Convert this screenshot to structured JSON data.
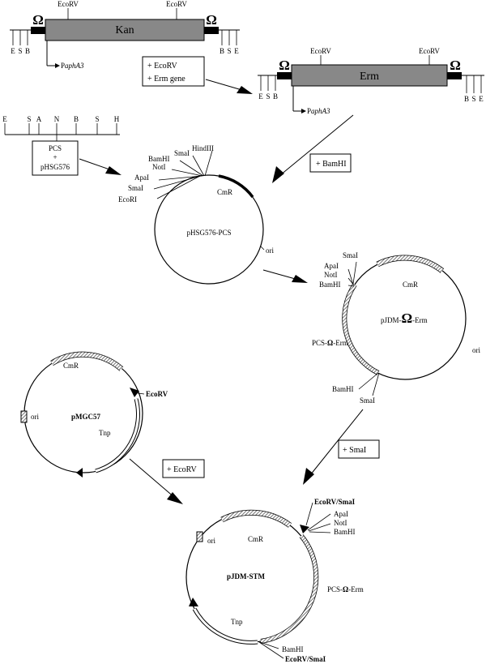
{
  "colors": {
    "gene_fill": "#888888",
    "hatch": "#555555",
    "line": "#000000"
  },
  "cassette_kan": {
    "omega_left": "Ω",
    "omega_right": "Ω",
    "gene": "Kan",
    "ecorv_1": "EcoRV",
    "ecorv_2": "EcoRV",
    "left_sites": [
      "E",
      "S",
      "B"
    ],
    "right_sites": [
      "B",
      "S",
      "E"
    ],
    "promoter_prefix": "P",
    "promoter_gene": "aphA3"
  },
  "step1_box": {
    "line1": "+ EcoRV",
    "line2": "+ Erm gene"
  },
  "cassette_erm": {
    "omega_left": "Ω",
    "omega_right": "Ω",
    "gene": "Erm",
    "ecorv_1": "EcoRV",
    "ecorv_2": "EcoRV",
    "left_sites": [
      "E",
      "S",
      "B"
    ],
    "right_sites": [
      "B",
      "S",
      "E"
    ],
    "promoter_prefix": "P",
    "promoter_gene": "aphA3"
  },
  "pcs_linker": {
    "sites": [
      "E",
      "S",
      "A",
      "N",
      "B",
      "S",
      "H"
    ],
    "box": [
      "PCS",
      "+",
      "pHSG576"
    ]
  },
  "step_bamhi": "+ BamHI",
  "plasmid_phsg576": {
    "name": "pHSG576-PCS",
    "cmr": "CmR",
    "ori": "ori",
    "sites": [
      "EcoRI",
      "SmaI",
      "ApaI",
      "NotI",
      "BamHI",
      "SmaI",
      "HindIII"
    ]
  },
  "plasmid_pjdm_erm": {
    "name_prefix": "pJDM-",
    "name_omega": "Ω",
    "name_suffix": "-Erm",
    "cmr": "CmR",
    "ori": "ori",
    "pcs_prefix": "PCS-",
    "pcs_omega": "Ω",
    "pcs_suffix": "-Erm",
    "top_sites": [
      "SmaI",
      "ApaI",
      "NotI",
      "BamHI"
    ],
    "bottom_sites": [
      "BamHI",
      "SmaI"
    ]
  },
  "plasmid_pmgc57": {
    "name": "pMGC57",
    "cmr": "CmR",
    "ori": "ori",
    "tnp": "Tnp",
    "ecorv": "EcoRV"
  },
  "step_smai": "+ SmaI",
  "step_ecorv": "+ EcoRV",
  "plasmid_pjdm_stm": {
    "name": "pJDM-STM",
    "cmr": "CmR",
    "ori": "ori",
    "tnp": "Tnp",
    "top_site": "EcoRV/SmaI",
    "right_sites": [
      "ApaI",
      "NotI",
      "BamHI"
    ],
    "pcs_prefix": "PCS-",
    "pcs_omega": "Ω",
    "pcs_suffix": "-Erm",
    "bottom_bamhi": "BamHI",
    "bottom_site": "EcoRV/SmaI"
  }
}
